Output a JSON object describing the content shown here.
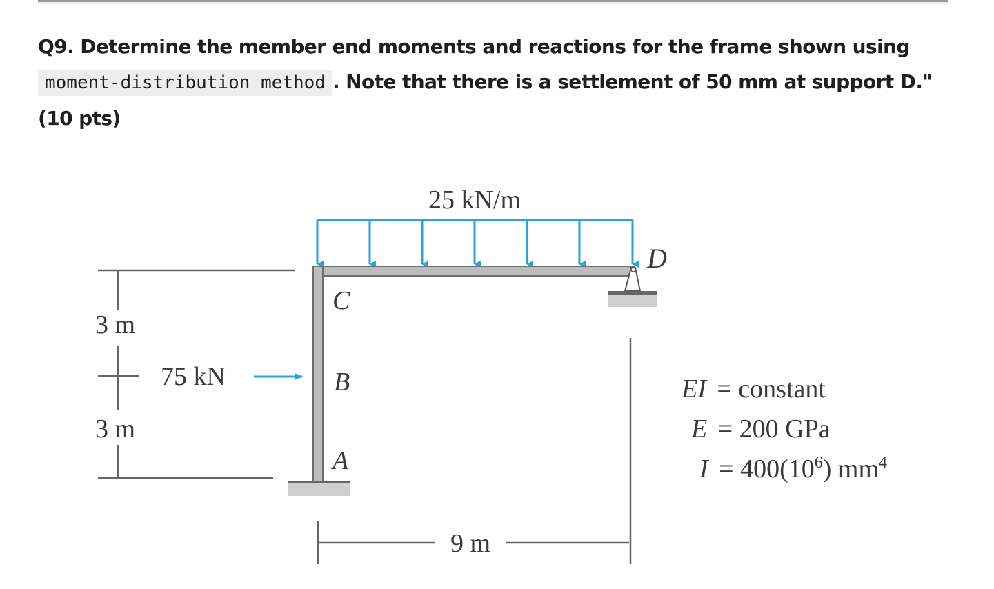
{
  "question": {
    "prefix": "Q9. Determine the member end moments and reactions for the frame shown using ",
    "code_term": "moment-distribution method",
    "suffix": ". Note that there is a settlement of 50 mm at support D.\" (10 pts)"
  },
  "figure": {
    "distributed_load": "25 kN/m",
    "point_load": "75 kN",
    "node_labels": {
      "A": "A",
      "B": "B",
      "C": "C",
      "D": "D"
    },
    "dim_upper": "3 m",
    "dim_lower": "3 m",
    "dim_span": "9 m",
    "properties": {
      "ei_label": "EI",
      "ei_value": "= constant",
      "e_label": "E",
      "e_value": "= 200 GPa",
      "i_label": "I",
      "i_value": "= 400(10",
      "i_exp": "6",
      "i_unit": ") mm",
      "i_unit_exp": "4"
    },
    "colors": {
      "load": "#29a3dc",
      "member": "#8c8c8c",
      "ground": "#cfcfcf",
      "text": "#3a3a3a"
    }
  }
}
